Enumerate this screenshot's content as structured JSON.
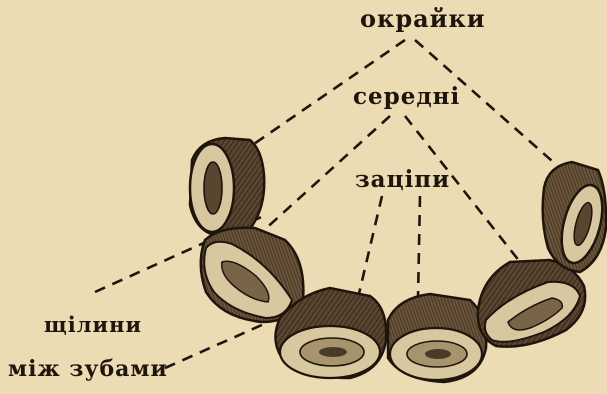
{
  "labels": {
    "outer": "окрайки",
    "middle": "середні",
    "central": "заціпи",
    "gaps_line1": "щілини",
    "gaps_line2": "між зубами"
  },
  "colors": {
    "paper": "#ecdcb4",
    "ink": "#1e150c",
    "tooth_dark": "#4a3a28",
    "tooth_mid": "#7a6448",
    "tooth_light": "#d8c8a0"
  }
}
